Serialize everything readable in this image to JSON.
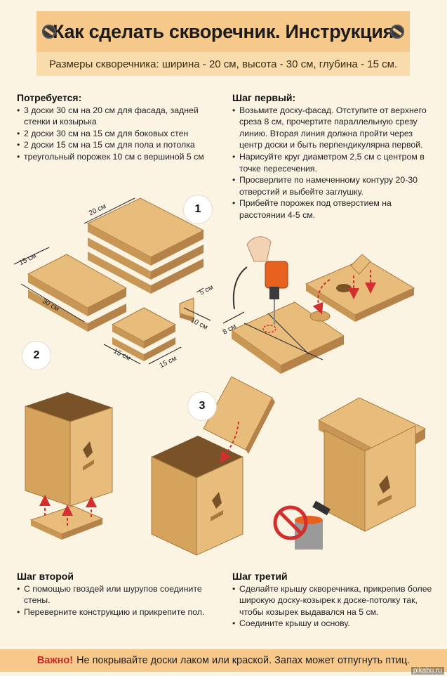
{
  "header": {
    "title": "Как сделать скворечник. Инструкция",
    "dimensions": "Размеры скворечника: ширина - 20 см, высота - 30 см, глубина - 15 см."
  },
  "needs": {
    "title": "Потребуется:",
    "items": [
      "3 доски 30 см на 20 см для фасада, задней стенки и козырька",
      "2 доски 30 см на 15 см для боковых стен",
      "2 доски 15 см на 15 см для пола и потолка",
      "треугольный порожек 10 см с вершиной 5 см"
    ]
  },
  "step1": {
    "title": "Шаг  первый:",
    "items": [
      "Возьмите доску-фасад. Отступите от верхнего среза 8 см, прочертите параллельную срезу линию. Вторая линия должна пройти через центр доски и быть перпендикулярна первой.",
      "Нарисуйте круг диаметром 2,5 см с центром в точке пересечения.",
      "Просверлите по намеченному контуру 20-30 отверстий и выбейте заглушку.",
      "Прибейте порожек под отверстием на расстоянии 4-5 см."
    ]
  },
  "step2": {
    "title": "Шаг второй",
    "items": [
      "С помощью гвоздей или шурупов соедините стены.",
      "Переверните конструкцию и прикрепите пол."
    ]
  },
  "step3": {
    "title": "Шаг третий",
    "items": [
      "Сделайте крышу скворечника, прикрепив более широкую доску-козырек к доске-потолку так, чтобы козырек выдавался на 5 см.",
      "Соедините крышу и основу."
    ]
  },
  "badges": {
    "one": "1",
    "two": "2",
    "three": "3"
  },
  "labels": {
    "l20": "20 см",
    "l15a": "15 см",
    "l30": "30 см",
    "l5": "5 см",
    "l10": "10 см",
    "l15b": "15 см",
    "l15c": "15 см",
    "l8": "8 см"
  },
  "footer": {
    "warning_label": "Важно!",
    "warning_text": "Не покрывайте доски лаком или краской. Запах может отпугнуть птиц."
  },
  "watermark": "pikabu.ru",
  "colors": {
    "background": "#fbf4e3",
    "banner": "#f6c98a",
    "banner_light": "#f9dcab",
    "wood_top": "#e8bd7c",
    "wood_side": "#c89655",
    "wood_dark": "#a9783f",
    "arrow_red": "#d32f2f"
  }
}
